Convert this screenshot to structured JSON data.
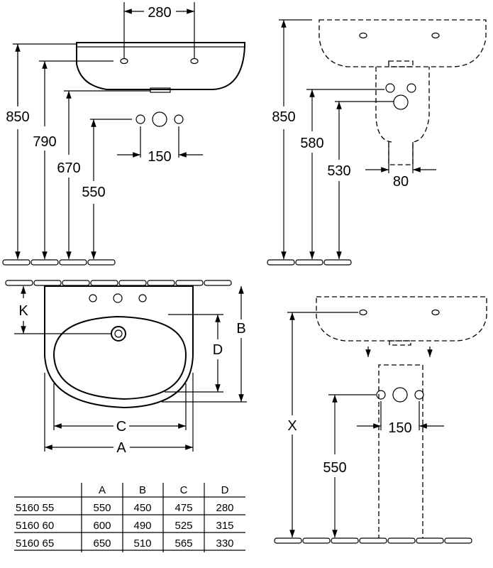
{
  "views": {
    "side_view": {
      "dims": {
        "top": "280",
        "tap": "150",
        "h1": "850",
        "h2": "790",
        "h3": "670",
        "h4": "550"
      }
    },
    "front_pedestal": {
      "dims": {
        "h1": "850",
        "h2": "580",
        "h3": "530",
        "w": "80"
      }
    },
    "plan_view": {
      "dims": {
        "k": "K",
        "b": "B",
        "d": "D",
        "c": "C",
        "a": "A"
      }
    },
    "front_wall": {
      "dims": {
        "x": "X",
        "h": "550",
        "w": "150"
      }
    }
  },
  "table": {
    "headers": [
      "",
      "A",
      "B",
      "C",
      "D"
    ],
    "rows": [
      [
        "5160 55",
        "550",
        "450",
        "475",
        "280"
      ],
      [
        "5160 60",
        "600",
        "490",
        "525",
        "315"
      ],
      [
        "5160 65",
        "650",
        "510",
        "565",
        "330"
      ]
    ]
  }
}
